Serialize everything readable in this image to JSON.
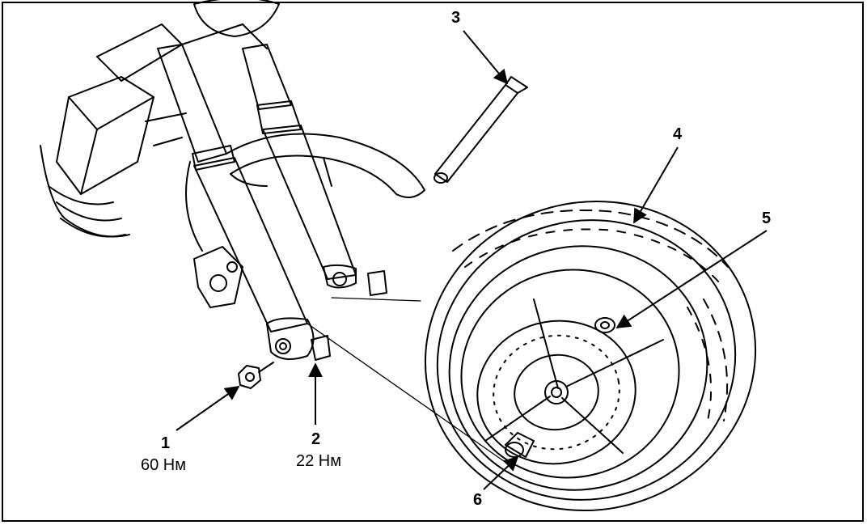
{
  "callouts": [
    {
      "number": "1",
      "torque": "60 Нм"
    },
    {
      "number": "2",
      "torque": "22 Нм"
    },
    {
      "number": "3"
    },
    {
      "number": "4"
    },
    {
      "number": "5"
    },
    {
      "number": "6"
    }
  ],
  "colors": {
    "ink": "#000000",
    "paper": "#ffffff"
  }
}
